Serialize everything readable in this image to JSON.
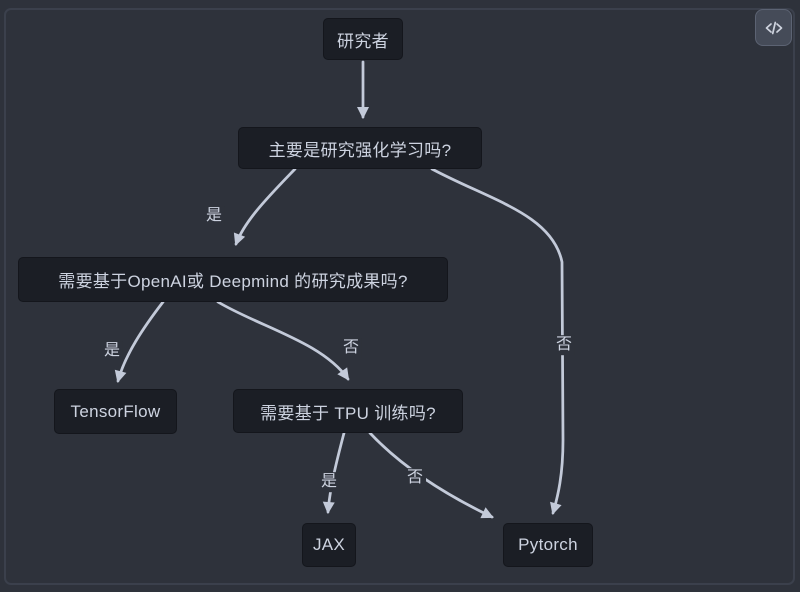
{
  "theme": {
    "canvas_bg": "#2e323b",
    "panel_border_color": "#3b404c",
    "node_bg": "#1b1e25",
    "node_border": "#14161c",
    "node_text_color": "#cdd3e0",
    "edge_color": "#c3cad9",
    "button_bg": "#454b58",
    "button_border": "#5c6373",
    "button_icon_color": "#ced3de"
  },
  "toolbar": {
    "code_button_icon": "code-angle-brackets-icon"
  },
  "diagram": {
    "type": "flowchart",
    "nodes": [
      {
        "id": "researcher",
        "label": "研究者"
      },
      {
        "id": "q-reinforcement-learning",
        "label": "主要是研究强化学习吗?"
      },
      {
        "id": "q-openai-deepmind",
        "label": "需要基于OpenAI或 Deepmind 的研究成果吗?"
      },
      {
        "id": "tensorflow",
        "label": "TensorFlow"
      },
      {
        "id": "q-tpu",
        "label": "需要基于 TPU 训练吗?"
      },
      {
        "id": "jax",
        "label": "JAX"
      },
      {
        "id": "pytorch",
        "label": "Pytorch"
      }
    ],
    "edges": [
      {
        "from": "researcher",
        "to": "q-reinforcement-learning",
        "label": ""
      },
      {
        "from": "q-reinforcement-learning",
        "to": "q-openai-deepmind",
        "label": "是"
      },
      {
        "from": "q-reinforcement-learning",
        "to": "pytorch",
        "label": "否"
      },
      {
        "from": "q-openai-deepmind",
        "to": "tensorflow",
        "label": "是"
      },
      {
        "from": "q-openai-deepmind",
        "to": "q-tpu",
        "label": "否"
      },
      {
        "from": "q-tpu",
        "to": "jax",
        "label": "是"
      },
      {
        "from": "q-tpu",
        "to": "pytorch",
        "label": "否"
      }
    ]
  }
}
